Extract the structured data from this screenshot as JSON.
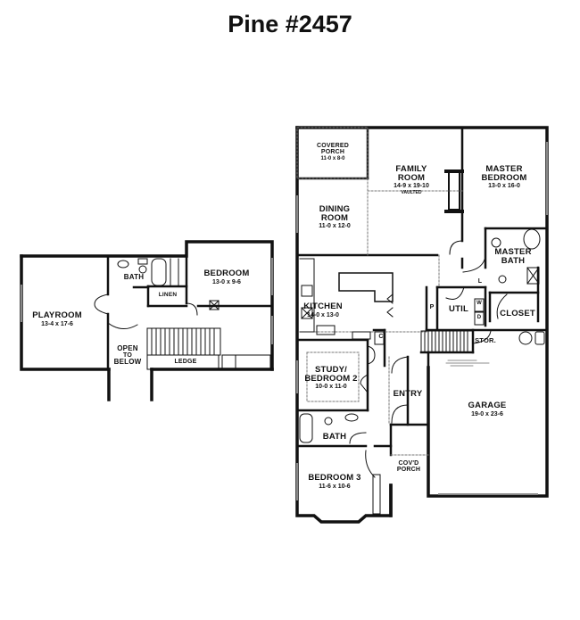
{
  "title": "Pine #2457",
  "upper_floor": {
    "rooms": [
      {
        "name": "PLAYROOM",
        "dims": "13-4 x 17-6"
      },
      {
        "name": "BATH",
        "dims": ""
      },
      {
        "name": "LINEN",
        "dims": ""
      },
      {
        "name": "BEDROOM",
        "dims": "13-0 x 9-6"
      },
      {
        "name": "OPEN TO BELOW",
        "dims": ""
      },
      {
        "name": "LEDGE",
        "dims": ""
      }
    ]
  },
  "main_floor": {
    "rooms": [
      {
        "name": "COVERED PORCH",
        "dims": "11-0 x 8-0"
      },
      {
        "name": "FAMILY ROOM",
        "dims": "14-9 x 19-10",
        "note": "VAULTED"
      },
      {
        "name": "MASTER BEDROOM",
        "dims": "13-0 x 16-0"
      },
      {
        "name": "DINING ROOM",
        "dims": "11-0 x 12-0"
      },
      {
        "name": "MASTER BATH",
        "dims": ""
      },
      {
        "name": "KITCHEN",
        "dims": "14-0 x 13-0"
      },
      {
        "name": "P",
        "dims": ""
      },
      {
        "name": "UTIL",
        "dims": ""
      },
      {
        "name": "L",
        "dims": ""
      },
      {
        "name": "W",
        "dims": ""
      },
      {
        "name": "D",
        "dims": ""
      },
      {
        "name": "CLOSET",
        "dims": ""
      },
      {
        "name": "C",
        "dims": ""
      },
      {
        "name": "STOR.",
        "dims": ""
      },
      {
        "name": "STUDY/ BEDROOM 2",
        "dims": "10-0 x 11-0"
      },
      {
        "name": "ENTRY",
        "dims": ""
      },
      {
        "name": "GARAGE",
        "dims": "19-0 x 23-6"
      },
      {
        "name": "BATH",
        "dims": ""
      },
      {
        "name": "BEDROOM 3",
        "dims": "11-6 x 10-6"
      },
      {
        "name": "COV'D PORCH",
        "dims": ""
      }
    ]
  },
  "labels": {
    "playroom": {
      "name": "PLAYROOM",
      "dims": "13-4 x 17-6"
    },
    "up_bath": {
      "name": "BATH"
    },
    "linen": {
      "name": "LINEN"
    },
    "up_bedroom": {
      "name": "BEDROOM",
      "dims": "13-0 x 9-6"
    },
    "open1": "OPEN",
    "open2": "TO",
    "open3": "BELOW",
    "ledge": "LEDGE",
    "covered_porch": {
      "l1": "COVERED",
      "l2": "PORCH",
      "dims": "11-0 x 8-0"
    },
    "family": {
      "l1": "FAMILY",
      "l2": "ROOM",
      "dims": "14-9 x 19-10",
      "note": "VAULTED"
    },
    "master_bed": {
      "l1": "MASTER",
      "l2": "BEDROOM",
      "dims": "13-0 x 16-0"
    },
    "dining": {
      "l1": "DINING",
      "l2": "ROOM",
      "dims": "11-0 x 12-0"
    },
    "master_bath": {
      "l1": "MASTER",
      "l2": "BATH"
    },
    "kitchen": {
      "name": "KITCHEN",
      "dims": "14-0 x 13-0"
    },
    "pantry": "P",
    "util": "UTIL",
    "linen_l": "L",
    "washer": "W",
    "dryer": "D",
    "closet": "CLOSET",
    "coat": "C",
    "stor": "STOR.",
    "study": {
      "l1": "STUDY/",
      "l2": "BEDROOM 2",
      "dims": "10-0 x 11-0"
    },
    "entry": "ENTRY",
    "garage": {
      "name": "GARAGE",
      "dims": "19-0 x 23-6"
    },
    "main_bath": "BATH",
    "bedroom3": {
      "name": "BEDROOM 3",
      "dims": "11-6 x 10-6"
    },
    "covd_porch": {
      "l1": "COV'D",
      "l2": "PORCH"
    }
  },
  "colors": {
    "wall": "#111111",
    "background": "#ffffff",
    "dashed": "#777777"
  }
}
